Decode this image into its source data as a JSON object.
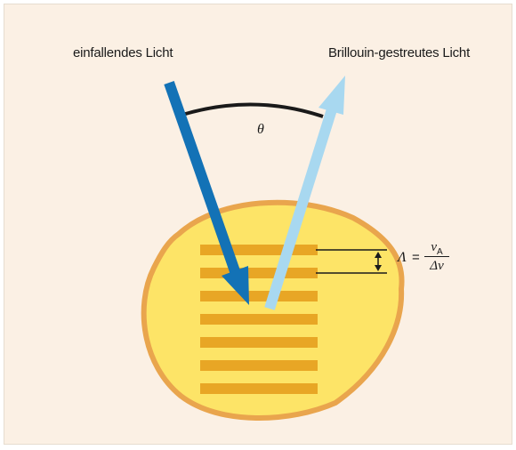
{
  "labels": {
    "incident": "einfallendes Licht",
    "scattered": "Brillouin-gestreutes Licht",
    "angle": "θ"
  },
  "formula": {
    "lhs": "Λ",
    "equals": "=",
    "numerator": "v",
    "numerator_sub": "A",
    "denominator": "Δν"
  },
  "colors": {
    "background": "#fbf0e4",
    "sphere_fill": "#fde467",
    "sphere_outline": "#e9a54d",
    "grating": "#e8a625",
    "incident_arrow": "#1372b6",
    "scattered_arrow": "#a8d8f0",
    "angle_arc": "#1a1a1a"
  },
  "grating_stripe_count": 7
}
